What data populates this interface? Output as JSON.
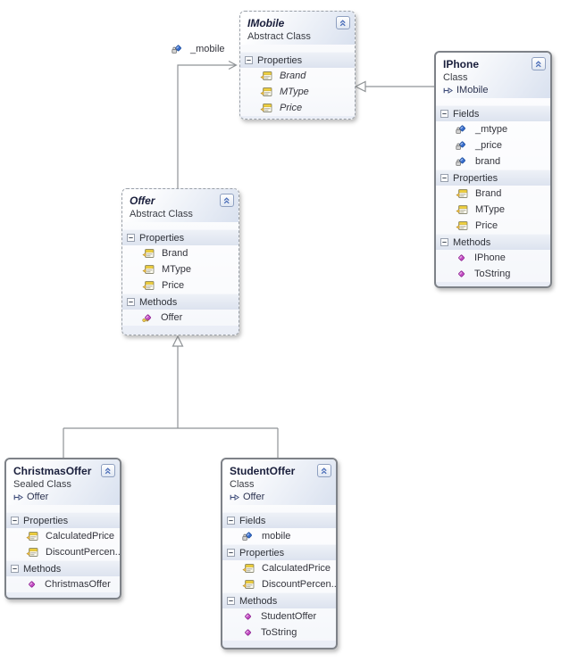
{
  "boxes": {
    "imobile": {
      "title": "IMobile",
      "kind": "Abstract Class",
      "sections": [
        {
          "header": "Properties",
          "items": [
            "Brand",
            "MType",
            "Price"
          ]
        }
      ]
    },
    "iphone": {
      "title": "IPhone",
      "kind": "Class",
      "base": "IMobile",
      "sections": [
        {
          "header": "Fields",
          "items": [
            "_mtype",
            "_price",
            "brand"
          ]
        },
        {
          "header": "Properties",
          "items": [
            "Brand",
            "MType",
            "Price"
          ]
        },
        {
          "header": "Methods",
          "items": [
            "IPhone",
            "ToString"
          ]
        }
      ]
    },
    "offer": {
      "title": "Offer",
      "kind": "Abstract Class",
      "sections": [
        {
          "header": "Properties",
          "items": [
            "Brand",
            "MType",
            "Price"
          ]
        },
        {
          "header": "Methods",
          "items": [
            "Offer"
          ]
        }
      ]
    },
    "christmasoffer": {
      "title": "ChristmasOffer",
      "kind": "Sealed Class",
      "base": "Offer",
      "sections": [
        {
          "header": "Properties",
          "items": [
            "CalculatedPrice",
            "DiscountPercen..."
          ]
        },
        {
          "header": "Methods",
          "items": [
            "ChristmasOffer"
          ]
        }
      ]
    },
    "studentoffer": {
      "title": "StudentOffer",
      "kind": "Class",
      "base": "Offer",
      "sections": [
        {
          "header": "Fields",
          "items": [
            "mobile"
          ]
        },
        {
          "header": "Properties",
          "items": [
            "CalculatedPrice",
            "DiscountPercen..."
          ]
        },
        {
          "header": "Methods",
          "items": [
            "StudentOffer",
            "ToString"
          ]
        }
      ]
    }
  },
  "connectors": {
    "mobile_field_label": "_mobile",
    "inheritance_iphone_imobile": "IPhone inherits IMobile",
    "inheritance_offers": "ChristmasOffer and StudentOffer inherit Offer"
  },
  "icons": {
    "collapse_button": "chevron-up-double",
    "section_collapse": "minus-box",
    "property": "property-card",
    "field_private": "blue-diamond-lock",
    "method_public": "magenta-diamond",
    "method_protected": "magenta-diamond-key",
    "inherits": "arrow-right"
  },
  "colors": {
    "band": "#e3e9f3",
    "border_concrete": "#7e8288",
    "border_abstract": "#9aa0a8",
    "title_text": "#1a1f3c",
    "connector": "#8f9396",
    "field_icon_blue": "#3a6fd0",
    "method_icon_magenta": "#c44ec4",
    "property_icon_yellow": "#f2d341"
  }
}
